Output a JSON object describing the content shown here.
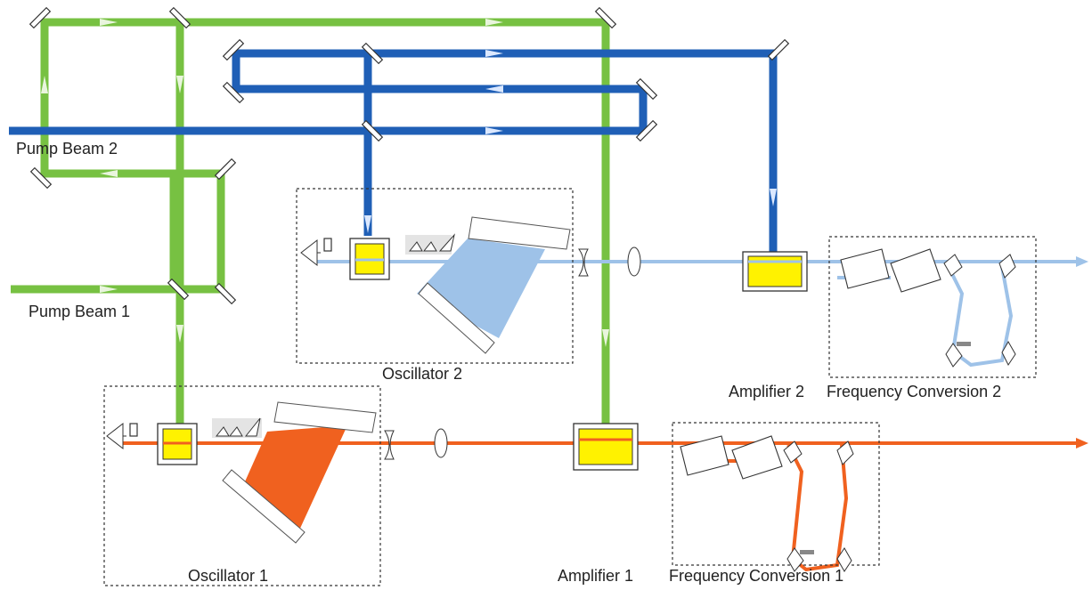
{
  "labels": {
    "pump_beam_2": "Pump Beam 2",
    "pump_beam_1": "Pump Beam 1",
    "oscillator_2": "Oscillator 2",
    "oscillator_1": "Oscillator 1",
    "amplifier_2": "Amplifier 2",
    "frequency_conversion_2": "Frequency Conversion  2",
    "amplifier_1": "Amplifier 1",
    "frequency_conversion_1": "Frequency Conversion  1"
  },
  "colors": {
    "pump_1_beam": "#77c142",
    "pump_2_beam": "#1f5fb6",
    "output_beam_2": "#9ec2e8",
    "output_beam_1": "#f0611f",
    "gain_medium": "#fff200",
    "direction_arrow": "#dbe8ff"
  }
}
